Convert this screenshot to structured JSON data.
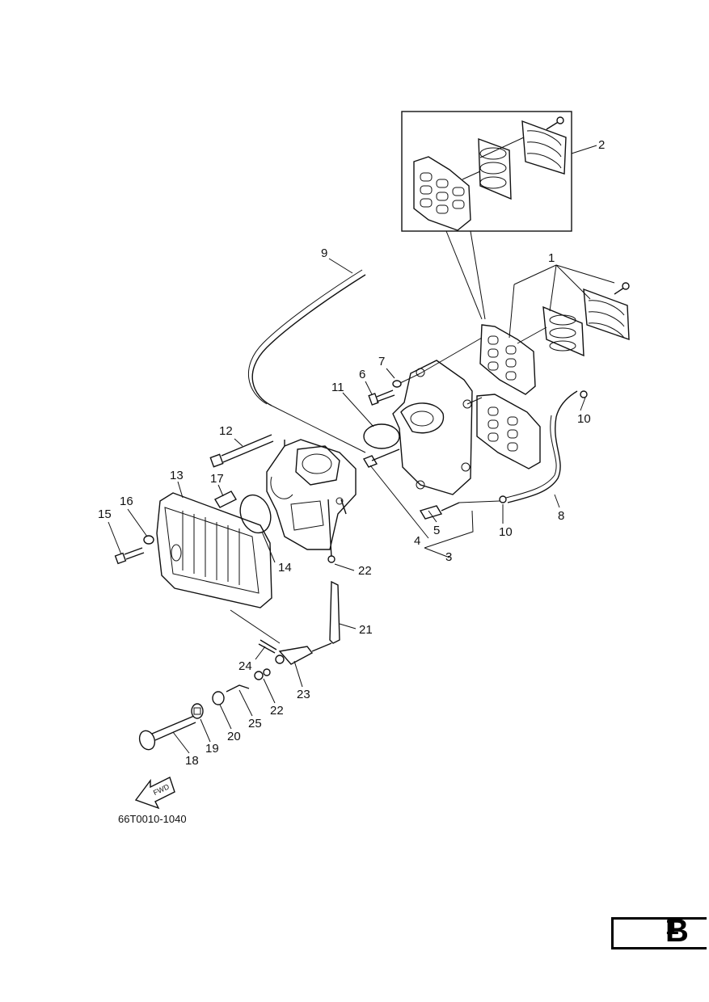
{
  "diagram": {
    "callouts": [
      "1",
      "2",
      "3",
      "4",
      "5",
      "6",
      "7",
      "8",
      "9",
      "10",
      "10",
      "11",
      "12",
      "13",
      "14",
      "15",
      "16",
      "17",
      "18",
      "19",
      "20",
      "21",
      "22",
      "22",
      "23",
      "24",
      "25"
    ],
    "drawing_code": "66T0010-1040",
    "fwd_label": "FWD"
  },
  "section": {
    "letter": "B",
    "number": "1"
  }
}
